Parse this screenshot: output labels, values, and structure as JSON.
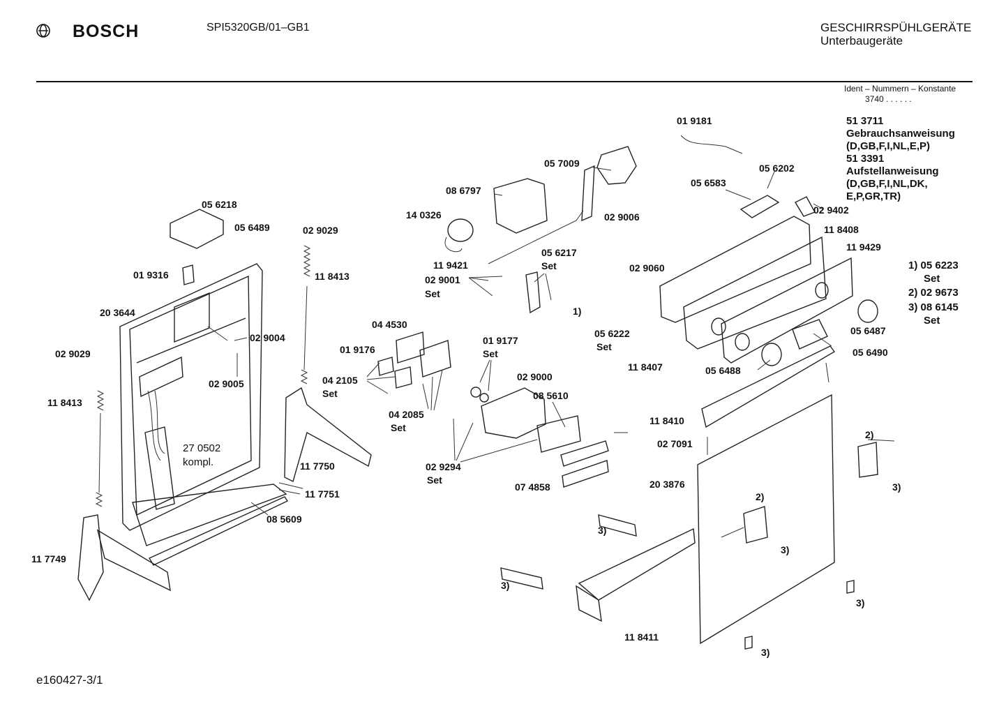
{
  "header": {
    "brand": "BOSCH",
    "model": "SPI5320GB/01–GB1",
    "category_line1": "GESCHIRRSPÜHLGERÄTE",
    "category_line2": "Unterbaugeräte",
    "ident_line1": "Ident – Nummern – Konstante",
    "ident_line2": "3740 .  .  .  .  .  ."
  },
  "info": {
    "line1": "51 3711",
    "line2": "Gebrauchsanweisung",
    "line3": "(D,GB,F,I,NL,E,P)",
    "line4": "51 3391",
    "line5": "Aufstellanweisung",
    "line6": "(D,GB,F,I,NL,DK,",
    "line7": "E,P,GR,TR)"
  },
  "notes": {
    "n1": "1) 05 6223",
    "n1b": "Set",
    "n2": "2) 02 9673",
    "n3": "3) 08 6145",
    "n3b": "Set"
  },
  "labels": {
    "p056218": "05 6218",
    "p056489": "05 6489",
    "p019316": "01 9316",
    "p203644": "20 3644",
    "p029029a": "02 9029",
    "p118413a": "11 8413",
    "p029029b": "02 9029",
    "p118413b": "11 8413",
    "p029004": "02 9004",
    "p029005": "02 9005",
    "p270502": "27 0502",
    "p270502b": "kompl.",
    "p117749": "11 7749",
    "p117750": "11 7750",
    "p117751": "11 7751",
    "p085609": "08 5609",
    "p140326": "14 0326",
    "p086797": "08 6797",
    "p057009": "05 7009",
    "p119421": "11 9421",
    "p029001": "02 9001",
    "p029001s": "Set",
    "p056217": "05 6217",
    "p056217s": "Set",
    "p044530": "04 4530",
    "p019176": "01 9176",
    "p042105": "04 2105",
    "p042105s": "Set",
    "p042085": "04 2085",
    "p042085s": "Set",
    "p019177": "01 9177",
    "p019177s": "Set",
    "p029000": "02 9000",
    "p085610": "08 5610",
    "p029294": "02 9294",
    "p029294s": "Set",
    "p074858": "07 4858",
    "p019181": "01 9181",
    "p056202": "05 6202",
    "p056583": "05 6583",
    "p029006": "02 9006",
    "p029060": "02 9060",
    "p029402": "02 9402",
    "p118408": "11 8408",
    "p119429": "11 9429",
    "c1": "1)",
    "p056222": "05 6222",
    "p056222s": "Set",
    "p118407": "11 8407",
    "p056488": "05 6488",
    "p056487": "05 6487",
    "p056490": "05 6490",
    "p118410": "11 8410",
    "p027091": "02 7091",
    "p203876": "20 3876",
    "c2a": "2)",
    "c2b": "2)",
    "c3a": "3)",
    "c3b": "3)",
    "c3c": "3)",
    "c3d": "3)",
    "c3e": "3)",
    "c3f": "3)",
    "p118411": "11 8411"
  },
  "footer": {
    "code": "e160427-3/1"
  }
}
